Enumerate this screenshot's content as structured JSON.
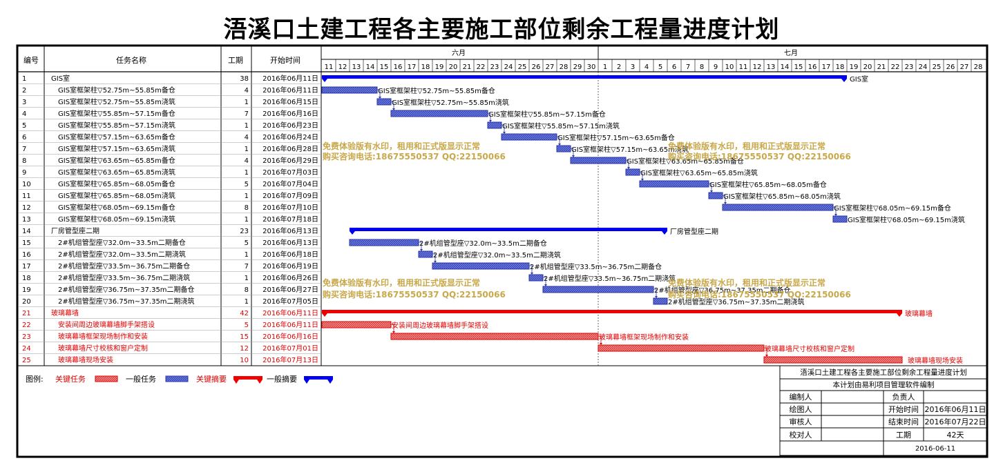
{
  "title": "浯溪口土建工程各主要施工部位剩余工程量进度计划",
  "colors": {
    "normal_task": "#3344bb",
    "normal_task_fill": "#5c6edb",
    "critical_task": "#e00000",
    "critical_task_fill": "#f08080",
    "summary": "#0000ee",
    "critical_summary": "#ee0000",
    "watermark": "#c8a84a"
  },
  "columns": {
    "id": "编号",
    "name": "任务名称",
    "duration": "工期",
    "start": "开始时间"
  },
  "months": [
    "六月",
    "七月"
  ],
  "legend": {
    "label": "图例:",
    "critical_task": "关键任务",
    "normal_task": "一般任务",
    "critical_summary": "关键摘要",
    "normal_summary": "一般摘要"
  },
  "watermark": {
    "line1": "免费体验版有水印，租用和正式版显示正常",
    "line2": "购买咨询电话:18675550537 QQ:22150066"
  },
  "info_box": {
    "title": "浯溪口土建工程各主要施工部位剩余工程量进度计划",
    "subtitle": "本计划由易利项目管理软件编制",
    "editor_label": "编制人",
    "editor_value": "",
    "manager_label": "负责人",
    "manager_value": "",
    "drawer_label": "绘图人",
    "drawer_value": "",
    "start_label": "开始时间",
    "start_value": "2016年06月11日",
    "reviewer_label": "审核人",
    "reviewer_value": "",
    "end_label": "结束时间",
    "end_value": "2016年07月22日",
    "checker_label": "校对人",
    "checker_value": "",
    "duration_label": "工期",
    "duration_value": "42天",
    "date": "2016-06-11"
  },
  "chart_data": {
    "type": "gantt",
    "title": "浯溪口土建工程各主要施工部位剩余工程量进度计划",
    "x_axis": {
      "unit": "day",
      "range": [
        "2016-06-11",
        "2016-07-28"
      ],
      "day_labels": [
        "11",
        "12",
        "13",
        "14",
        "15",
        "16",
        "17",
        "18",
        "19",
        "20",
        "21",
        "22",
        "23",
        "24",
        "25",
        "26",
        "27",
        "28",
        "29",
        "30",
        "1",
        "2",
        "3",
        "4",
        "5",
        "6",
        "7",
        "8",
        "9",
        "10",
        "11",
        "12",
        "13",
        "14",
        "15",
        "16",
        "17",
        "18",
        "19",
        "20",
        "21",
        "22",
        "23",
        "24",
        "25",
        "26",
        "27",
        "28"
      ]
    },
    "tasks": [
      {
        "id": "1",
        "name": "GIS室",
        "duration": 38,
        "start_label": "2016年06月11日",
        "start": "2016-06-11",
        "kind": "summary",
        "critical": false,
        "bar_label": "GIS室"
      },
      {
        "id": "2",
        "name": "GIS室框架柱▽52.75m~55.85m备仓",
        "duration": 4,
        "start_label": "2016年06月11日",
        "start": "2016-06-11",
        "kind": "task",
        "critical": false,
        "bar_label": "GIS室框架柱▽52.75m~55.85m备仓"
      },
      {
        "id": "3",
        "name": "GIS室框架柱▽52.75m~55.85m浇筑",
        "duration": 1,
        "start_label": "2016年06月15日",
        "start": "2016-06-15",
        "kind": "task",
        "critical": false,
        "bar_label": "GIS室框架柱▽52.75m~55.85m浇筑"
      },
      {
        "id": "4",
        "name": "GIS室框架柱▽55.85m~57.15m备仓",
        "duration": 7,
        "start_label": "2016年06月16日",
        "start": "2016-06-16",
        "kind": "task",
        "critical": false,
        "bar_label": "GIS室框架柱▽55.85m~57.15m备仓"
      },
      {
        "id": "5",
        "name": "GIS室框架柱▽55.85m~57.15m浇筑",
        "duration": 1,
        "start_label": "2016年06月23日",
        "start": "2016-06-23",
        "kind": "task",
        "critical": false,
        "bar_label": "GIS室框架柱▽55.85m~57.15m浇筑"
      },
      {
        "id": "6",
        "name": "GIS室框架柱▽57.15m~63.65m备仓",
        "duration": 4,
        "start_label": "2016年06月24日",
        "start": "2016-06-24",
        "kind": "task",
        "critical": false,
        "bar_label": "GIS室框架柱▽57.15m~63.65m备仓"
      },
      {
        "id": "7",
        "name": "GIS室框架柱▽57.15m~63.65m浇筑",
        "duration": 1,
        "start_label": "2016年06月28日",
        "start": "2016-06-28",
        "kind": "task",
        "critical": false,
        "bar_label": "GIS室框架柱▽57.15m~63.65m浇筑"
      },
      {
        "id": "8",
        "name": "GIS室框架柱▽63.65m~65.85m备仓",
        "duration": 4,
        "start_label": "2016年06月29日",
        "start": "2016-06-29",
        "kind": "task",
        "critical": false,
        "bar_label": "GIS室框架柱▽63.65m~65.85m备仓"
      },
      {
        "id": "9",
        "name": "GIS室框架柱▽63.65m~65.85m浇筑",
        "duration": 1,
        "start_label": "2016年07月03日",
        "start": "2016-07-03",
        "kind": "task",
        "critical": false,
        "bar_label": "GIS室框架柱▽63.65m~65.85m浇筑"
      },
      {
        "id": "10",
        "name": "GIS室框架柱▽65.85m~68.05m备仓",
        "duration": 5,
        "start_label": "2016年07月04日",
        "start": "2016-07-04",
        "kind": "task",
        "critical": false,
        "bar_label": "GIS室框架柱▽65.85m~68.05m备仓"
      },
      {
        "id": "11",
        "name": "GIS室框架柱▽65.85m~68.05m浇筑",
        "duration": 1,
        "start_label": "2016年07月09日",
        "start": "2016-07-09",
        "kind": "task",
        "critical": false,
        "bar_label": "GIS室框架柱▽65.85m~68.05m浇筑"
      },
      {
        "id": "12",
        "name": "GIS室框架柱▽68.05m~69.15m备仓",
        "duration": 8,
        "start_label": "2016年07月10日",
        "start": "2016-07-10",
        "kind": "task",
        "critical": false,
        "bar_label": "GIS室框架柱▽68.05m~69.15m备仓"
      },
      {
        "id": "13",
        "name": "GIS室框架柱▽68.05m~69.15m浇筑",
        "duration": 1,
        "start_label": "2016年07月18日",
        "start": "2016-07-18",
        "kind": "task",
        "critical": false,
        "bar_label": "GIS室框架柱▽68.05m~69.15m浇筑"
      },
      {
        "id": "14",
        "name": "厂房管型座二期",
        "duration": 23,
        "start_label": "2016年06月13日",
        "start": "2016-06-13",
        "kind": "summary",
        "critical": false,
        "bar_label": "厂房管型座二期"
      },
      {
        "id": "15",
        "name": "2#机组管型座▽32.0m~33.5m二期备仓",
        "duration": 5,
        "start_label": "2016年06月13日",
        "start": "2016-06-13",
        "kind": "task",
        "critical": false,
        "bar_label": "2#机组管型座▽32.0m~33.5m二期备仓"
      },
      {
        "id": "16",
        "name": "2#机组管型座▽32.0m~33.5m二期浇筑",
        "duration": 1,
        "start_label": "2016年06月18日",
        "start": "2016-06-18",
        "kind": "task",
        "critical": false,
        "bar_label": "2#机组管型座▽32.0m~33.5m二期浇筑"
      },
      {
        "id": "17",
        "name": "2#机组管型座▽33.5m~36.75m二期备仓",
        "duration": 7,
        "start_label": "2016年06月19日",
        "start": "2016-06-19",
        "kind": "task",
        "critical": false,
        "bar_label": "2#机组管型座▽33.5m~36.75m二期备仓"
      },
      {
        "id": "18",
        "name": "2#机组管型座▽33.5m~36.75m二期浇筑",
        "duration": 1,
        "start_label": "2016年06月26日",
        "start": "2016-06-26",
        "kind": "task",
        "critical": false,
        "bar_label": "2#机组管型座▽33.5m~36.75m二期浇筑"
      },
      {
        "id": "19",
        "name": "2#机组管型座▽36.75m~37.35m二期备仓",
        "duration": 8,
        "start_label": "2016年06月27日",
        "start": "2016-06-27",
        "kind": "task",
        "critical": false,
        "bar_label": "2#机组管型座▽36.75m~37.35m二期备仓"
      },
      {
        "id": "20",
        "name": "2#机组管型座▽36.75m~37.35m二期浇筑",
        "duration": 1,
        "start_label": "2016年07月05日",
        "start": "2016-07-05",
        "kind": "task",
        "critical": false,
        "bar_label": "2#机组管型座▽36.75m~37.35m二期浇筑"
      },
      {
        "id": "21",
        "name": "玻璃幕墙",
        "duration": 42,
        "start_label": "2016年06月11日",
        "start": "2016-06-11",
        "kind": "summary",
        "critical": true,
        "bar_label": "玻璃幕墙"
      },
      {
        "id": "22",
        "name": "安装间周边玻璃幕墙脚手架搭设",
        "duration": 5,
        "start_label": "2016年06月11日",
        "start": "2016-06-11",
        "kind": "task",
        "critical": true,
        "bar_label": "安装间周边玻璃幕墙脚手架搭设"
      },
      {
        "id": "23",
        "name": "玻璃幕墙框架现场制作和安装",
        "duration": 15,
        "start_label": "2016年06月16日",
        "start": "2016-06-16",
        "kind": "task",
        "critical": true,
        "bar_label": "玻璃幕墙框架现场制作和安装"
      },
      {
        "id": "24",
        "name": "玻璃幕墙尺寸校核和窗户定制",
        "duration": 12,
        "start_label": "2016年07月01日",
        "start": "2016-07-01",
        "kind": "task",
        "critical": true,
        "bar_label": "玻璃幕墙尺寸校核和窗户定制"
      },
      {
        "id": "25",
        "name": "玻璃幕墙现场安装",
        "duration": 10,
        "start_label": "2016年07月13日",
        "start": "2016-07-13",
        "kind": "task",
        "critical": true,
        "bar_label": "玻璃幕墙现场安装"
      }
    ]
  }
}
